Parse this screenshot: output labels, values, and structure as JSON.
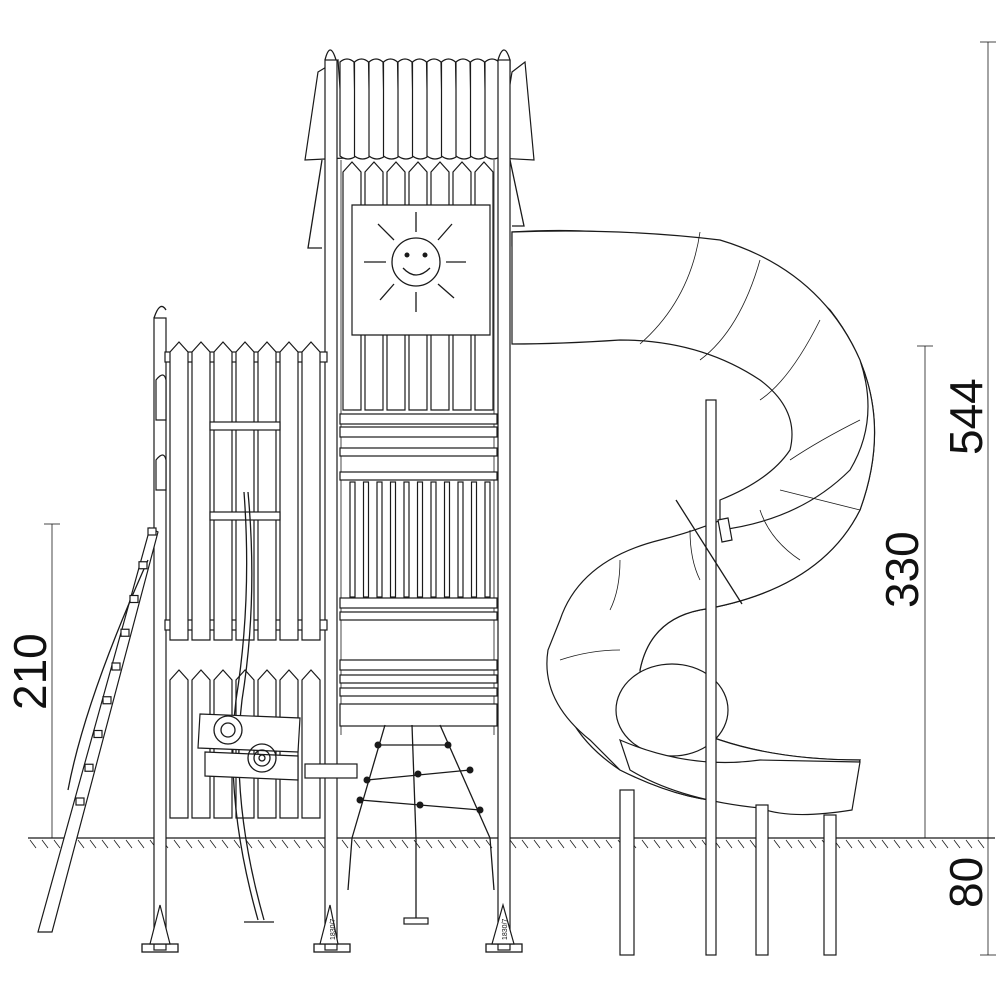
{
  "dimensions": {
    "total_height": "544",
    "platform_height": "330",
    "climb_height": "210",
    "foundation_depth": "80"
  },
  "labels": {
    "post_code_left": "1830/7",
    "post_code_right": "1830/7"
  }
}
